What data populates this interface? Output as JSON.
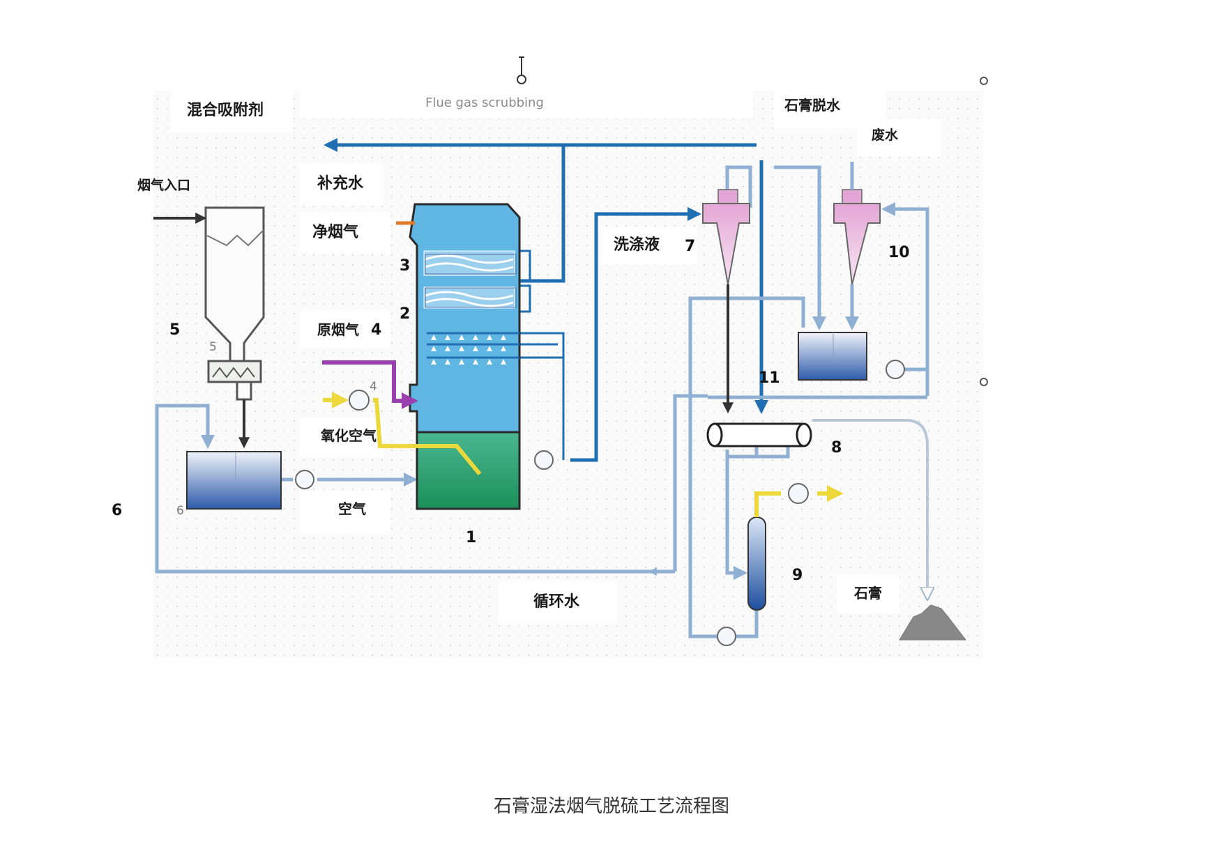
{
  "header_text": "Flue gas scrubbing",
  "caption": "石膏湿法烟气脱硫工艺流程图",
  "labels": {
    "mixed_adsorbent": "混合吸附剂",
    "flue_inlet": "烟气入口",
    "makeup_water": "补充水",
    "clean_gas": "净烟气",
    "scrubbing_liquid": "洗涤液",
    "raw_flue_gas": "原烟气",
    "oxidation_air": "氧化空气",
    "air": "空气",
    "circulating_water": "循环水",
    "gypsum_dewatering_water": "石膏脱水",
    "waste_water": "废水",
    "gypsum": "石膏"
  },
  "numbers": {
    "n1": "1",
    "n2": "2",
    "n3": "3",
    "n4": "4",
    "n5": "5",
    "n6": "6",
    "n7": "7",
    "n8": "8",
    "n9": "9",
    "n10": "10",
    "n11": "11"
  },
  "colors": {
    "pipe_dark_blue": "#1f6fb2",
    "pipe_light_blue": "#8fb0d2",
    "absorber_body": "#5fb6e3",
    "absorber_sump": "#2aa575",
    "hydrocyclone_pink": "#d890c6",
    "raw_gas_purple": "#9a3fae",
    "oxidation_yellow": "#ecd83a",
    "clean_gas_orange": "#e07a2a"
  }
}
